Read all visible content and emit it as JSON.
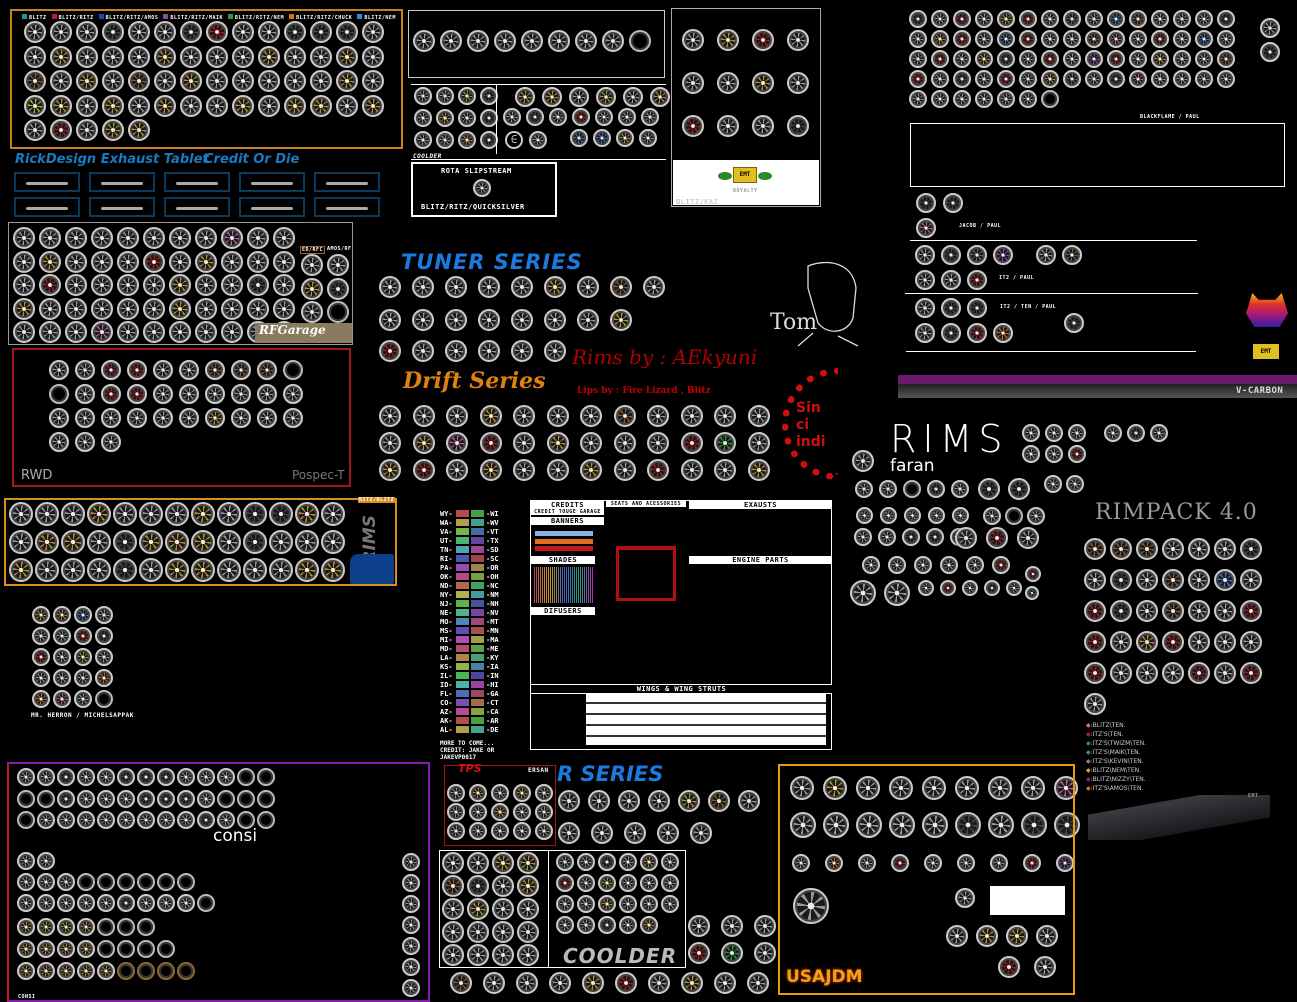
{
  "colors": {
    "silver": "#9a9a9a",
    "gold": "#b8902a",
    "dark": "#444444",
    "red": "#b01818",
    "bronze": "#8a5a30",
    "blue": "#3a7ad0",
    "green": "#2a9a3a",
    "pink": "#c060a0",
    "lime": "#a0c020",
    "orange": "#d07020",
    "purple": "#8a40b0",
    "accent_orange": "#d8901a",
    "accent_purple": "#8a1ab0",
    "accent_red": "#a01818",
    "tablet_blue": "#1a7ac0"
  },
  "panel_blitz": {
    "legend": [
      "BLITZ",
      "BLITZ/RITZ",
      "BLITZ/RITZ/AMOS",
      "BLITZ/RITZ/MAIK",
      "BLITZ/RITZ/NEM",
      "BLITZ/RITZ/CHUCK",
      "BLITZ/NEM"
    ],
    "legend_colors": [
      "#1a9a9a",
      "#c01830",
      "#1a4ab0",
      "#8a4aa0",
      "#2a9a3a",
      "#e07010",
      "#2a8ae0"
    ]
  },
  "exhaust_tablet": {
    "title": "RickDesign Exhaust Tablet",
    "credit": "Credit Or Die"
  },
  "panel_rf": {
    "tag1": "ED/RFC",
    "tag2": "AMOS/RF",
    "logo": "RFGarage"
  },
  "panel_rwd": {
    "label": "RWD",
    "brand": "Pospec-T"
  },
  "panel_ritz": {
    "tag": "RITZ/BLITZ",
    "side": "RIMS"
  },
  "herron": {
    "credit": "MR. HERRON / MICHELSAPPAK"
  },
  "consi": {
    "label": "consi",
    "footer": "CONSI"
  },
  "coolder": {
    "label": "COOLDER"
  },
  "rota": {
    "title": "ROTA SLIPSTREAM",
    "credit": "BLITZ/RITZ/QUICKSILVER"
  },
  "royalty": {
    "logo": "EMT",
    "sub": "ROYALTY",
    "credit": "BLITZ/KAI"
  },
  "tuner": {
    "title": "TUNER SERIES"
  },
  "drift": {
    "title": "Drift Series",
    "rims_by": "Rims by : AEkyuni",
    "lips_by": "Lips by : Fire Lizard , Blitz"
  },
  "tom": {
    "name": "Tom"
  },
  "sin": {
    "text": "Sin ci indi"
  },
  "blackflame": {
    "credit1": "BLACKFLAME / PAUL",
    "credit2": "JACOB / PAUL",
    "credit3": "IT2 / PAUL",
    "credit4": "IT2 / TEN / PAUL",
    "brand": "V-CARBON"
  },
  "faran": {
    "title": "RIMS",
    "author": "faran"
  },
  "rimpack": {
    "title": "RIMPACK 4.0",
    "credits": [
      ":BLITZ\\TEN.",
      ":ITZ'S\\TEN.",
      ":ITZ'S\\TWIZM\\TEN.",
      ":ITZ'S\\MAIK\\TEN.",
      ":ITZ'S\\KEVIN\\TEN.",
      ":BLITZ\\NEM\\TEN.",
      ":BLITZ\\NIZZY\\TEN.",
      ":ITZ'S\\AMOS\\TEN."
    ],
    "credit_colors": [
      "#e07070",
      "#c01830",
      "#2a9a3a",
      "#2a9a9a",
      "#888888",
      "#d0b040",
      "#b01870",
      "#e07020"
    ],
    "car_tag": "EMT"
  },
  "plates": {
    "left": [
      "WY",
      "WA",
      "VA",
      "UT",
      "TN",
      "RI",
      "PA",
      "OK",
      "ND",
      "NY",
      "NJ",
      "NE",
      "MO",
      "MS",
      "MI",
      "MD",
      "LA",
      "KS",
      "IL",
      "ID",
      "FL",
      "CO",
      "AZ",
      "AK",
      "AL"
    ],
    "right": [
      "WI",
      "WV",
      "VT",
      "TX",
      "SD",
      "SC",
      "OR",
      "OH",
      "NC",
      "NM",
      "NH",
      "NV",
      "MT",
      "MN",
      "MA",
      "ME",
      "KY",
      "IA",
      "IN",
      "HI",
      "GA",
      "CT",
      "CA",
      "AR",
      "DE"
    ],
    "footer": [
      "MORE TO COME...",
      "CREDIT: JAKE OR",
      "JAKEVP0017"
    ]
  },
  "credits_sheet": {
    "credits": "CREDITS",
    "tg": "CREDIT TOUGE GARAGE",
    "banners": "BANNERS",
    "seats": "SEATS AND ACESSORIES",
    "exausts": "EXAUSTS",
    "shades": "SHADES",
    "engine": "ENGINE PARTS",
    "difusers": "DIFUSERS",
    "wings": "WINGS & WING STRUTS"
  },
  "ersan": {
    "credit": "ERSAN",
    "logo": "TPS"
  },
  "usajdm": {
    "logo": "USAJDM"
  }
}
